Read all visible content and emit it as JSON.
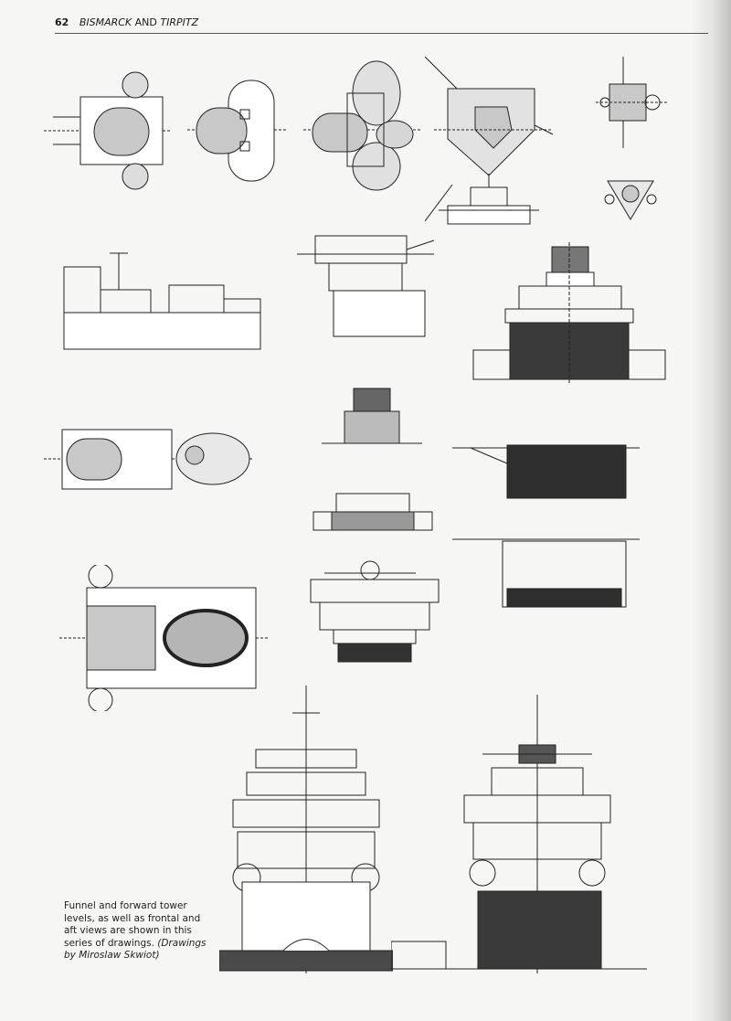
{
  "header": {
    "page_number": "62",
    "title_part1": "BISMARCK",
    "title_part2": " AND ",
    "title_part3": "TIRPITZ"
  },
  "caption": {
    "text": "Funnel and forward tower levels, as well as frontal and aft views are shown in this series of drawings.",
    "credit": "(Drawings by Miroslaw Skwiot)"
  },
  "colors": {
    "ink": "#222222",
    "fill_grey": "#c8c8c8",
    "hatch_dark": "#3a3a3a",
    "paper": "#f6f6f4"
  }
}
